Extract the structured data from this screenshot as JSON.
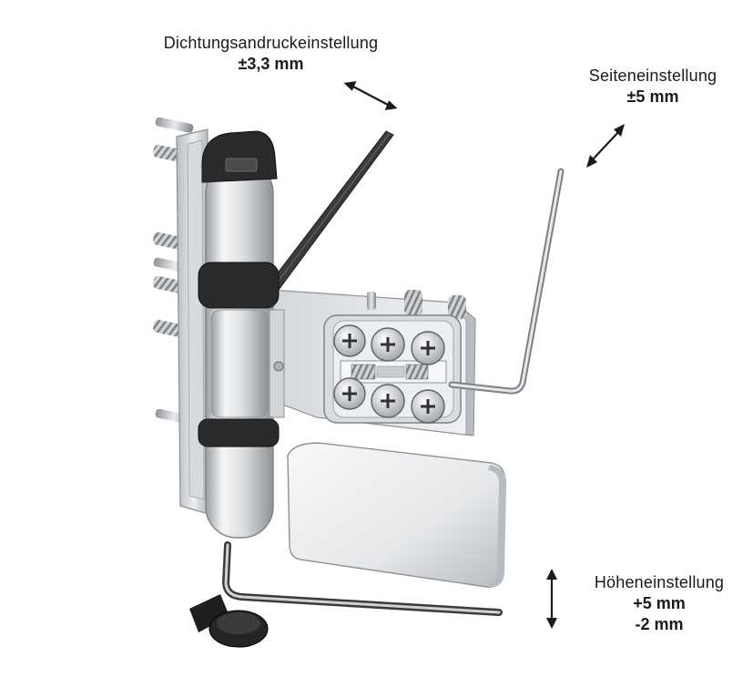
{
  "labels": {
    "seal_pressure": {
      "title": "Dichtungsandruckeinstellung",
      "value": "±3,3 mm"
    },
    "lateral": {
      "title": "Seiteneinstellung",
      "value": "±5 mm"
    },
    "height": {
      "title": "Höheneinstellung",
      "value_up": "+5 mm",
      "value_down": "-2 mm"
    }
  },
  "colors": {
    "metal_light": "#eef0f2",
    "metal_mid": "#c9ccd0",
    "metal_dark": "#8d9196",
    "rubber": "#2b2b2b",
    "key": "#3a3b3d",
    "text": "#1a1a1a"
  },
  "icons": [
    "double-arrow-icon",
    "hex-key-icon",
    "screw-icon",
    "cover-cap-icon"
  ]
}
